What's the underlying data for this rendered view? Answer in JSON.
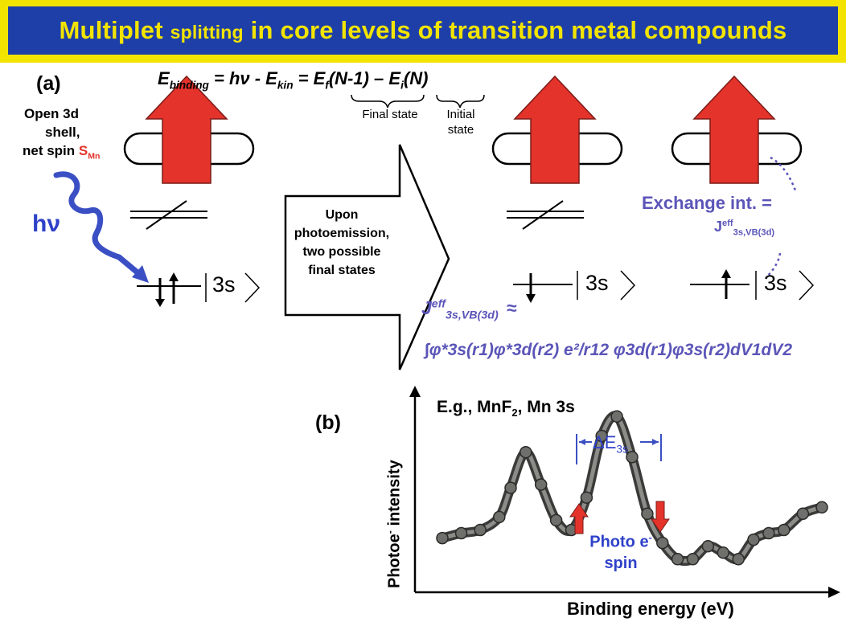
{
  "title": {
    "part1": "Multiplet ",
    "part2": "splitting",
    "part3": " in core levels of transition metal compounds"
  },
  "panel_labels": {
    "a": "(a)",
    "b": "(b)"
  },
  "equation": {
    "lhs": "E",
    "lhs_sub": "binding",
    "rhs1": " = hν - E",
    "rhs1_sub": "kin",
    "rhs2": " = E",
    "rhs2_sub": "f",
    "rhs3": "(N-1) – E",
    "rhs3_sub": "i",
    "rhs4": "(N)",
    "final_state_label": "Final state",
    "initial_state_label": "Initial state"
  },
  "left": {
    "open_shell_line1": "Open 3d",
    "open_shell_line2": "shell,",
    "net_spin": "net spin ",
    "spin_symbol": "S",
    "spin_sub": "Mn",
    "photon": "hν",
    "ket": "3s"
  },
  "arrow_box": {
    "line1": "Upon",
    "line2": "photoemission,",
    "line3": "two possible",
    "line4": "final states"
  },
  "final_states": {
    "ket_down": "3s",
    "ket_up": "3s"
  },
  "exchange": {
    "label": "Exchange int. =",
    "symbol": "J",
    "sup": "eff",
    "sub": "3s,VB(3d)"
  },
  "integral": {
    "j": "J",
    "j_sup": "eff",
    "j_sub": "3s,VB(3d)",
    "approx": "≈",
    "expr": "∫φ*3s(r1)φ*3d(r2) e²/r12 φ3d(r1)φ3s(r2)dV1dV2"
  },
  "plot": {
    "example": "E.g., MnF",
    "example_sub": "2",
    "example_tail": ", Mn 3s",
    "delta": "ΔE",
    "delta_sub": "3s",
    "y_label": "Photoe",
    "y_label_sup": "-",
    "y_label_tail": " intensity",
    "x_label": "Binding energy (eV)",
    "photo_e": "Photo e",
    "photo_e_sup": "-",
    "spin": "spin"
  },
  "colors": {
    "banner_bg": "#1e3fa8",
    "banner_border": "#f2e400",
    "accent_purple": "#5b55b8",
    "arrow_red": "#e4332b",
    "photon_blue": "#2e41c8"
  },
  "chart_data": {
    "type": "line",
    "title": "",
    "xlabel": "Binding energy (eV)",
    "ylabel": "Photoe- intensity",
    "x": [
      0,
      0.05,
      0.1,
      0.15,
      0.18,
      0.22,
      0.26,
      0.3,
      0.34,
      0.38,
      0.42,
      0.46,
      0.5,
      0.54,
      0.58,
      0.62,
      0.66,
      0.7,
      0.74,
      0.78,
      0.82,
      0.86,
      0.9,
      0.95,
      1.0
    ],
    "values": [
      0.25,
      0.28,
      0.3,
      0.38,
      0.56,
      0.78,
      0.58,
      0.36,
      0.3,
      0.5,
      0.88,
      1.0,
      0.75,
      0.4,
      0.22,
      0.12,
      0.12,
      0.2,
      0.16,
      0.12,
      0.24,
      0.28,
      0.3,
      0.4,
      0.44
    ],
    "ylim": [
      0,
      1.2
    ]
  }
}
